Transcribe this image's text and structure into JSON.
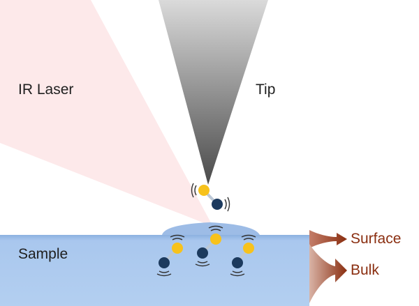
{
  "labels": {
    "ir_laser": "IR Laser",
    "tip": "Tip",
    "sample": "Sample",
    "surface": "Surface",
    "bulk": "Bulk"
  },
  "colors": {
    "laser_beam": "#fde9ea",
    "tip_top": "#dadada",
    "tip_bottom": "#4a4a4a",
    "sample_fill": "#b1cdef",
    "sample_surface": "#8cb1e0",
    "surface_bump": "#9dbce6",
    "molecule_gold": "#f7c21c",
    "molecule_navy": "#1c3a5e",
    "bond": "#bcc8d6",
    "arrow_brown": "#8a2e10",
    "label_text": "#1f1f1f"
  },
  "molecules": [
    {
      "name": "molecule-near-tip",
      "vibration": "lateral"
    },
    {
      "name": "molecule-in-sample-1",
      "vibration": "vertical"
    },
    {
      "name": "molecule-in-sample-2",
      "vibration": "vertical"
    },
    {
      "name": "molecule-in-sample-3",
      "vibration": "vertical"
    }
  ]
}
